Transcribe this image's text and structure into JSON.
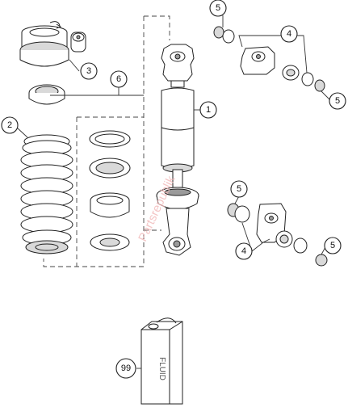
{
  "callouts": [
    {
      "id": "c1",
      "label": "1"
    },
    {
      "id": "c2",
      "label": "2"
    },
    {
      "id": "c3",
      "label": "3"
    },
    {
      "id": "c4a",
      "label": "4"
    },
    {
      "id": "c4b",
      "label": "4"
    },
    {
      "id": "c5a",
      "label": "5"
    },
    {
      "id": "c5b",
      "label": "5"
    },
    {
      "id": "c5c",
      "label": "5"
    },
    {
      "id": "c5d",
      "label": "5"
    },
    {
      "id": "c6",
      "label": "6"
    },
    {
      "id": "c99",
      "label": "99"
    }
  ],
  "can_label": "FLUID",
  "watermark": "Partsrepublik"
}
